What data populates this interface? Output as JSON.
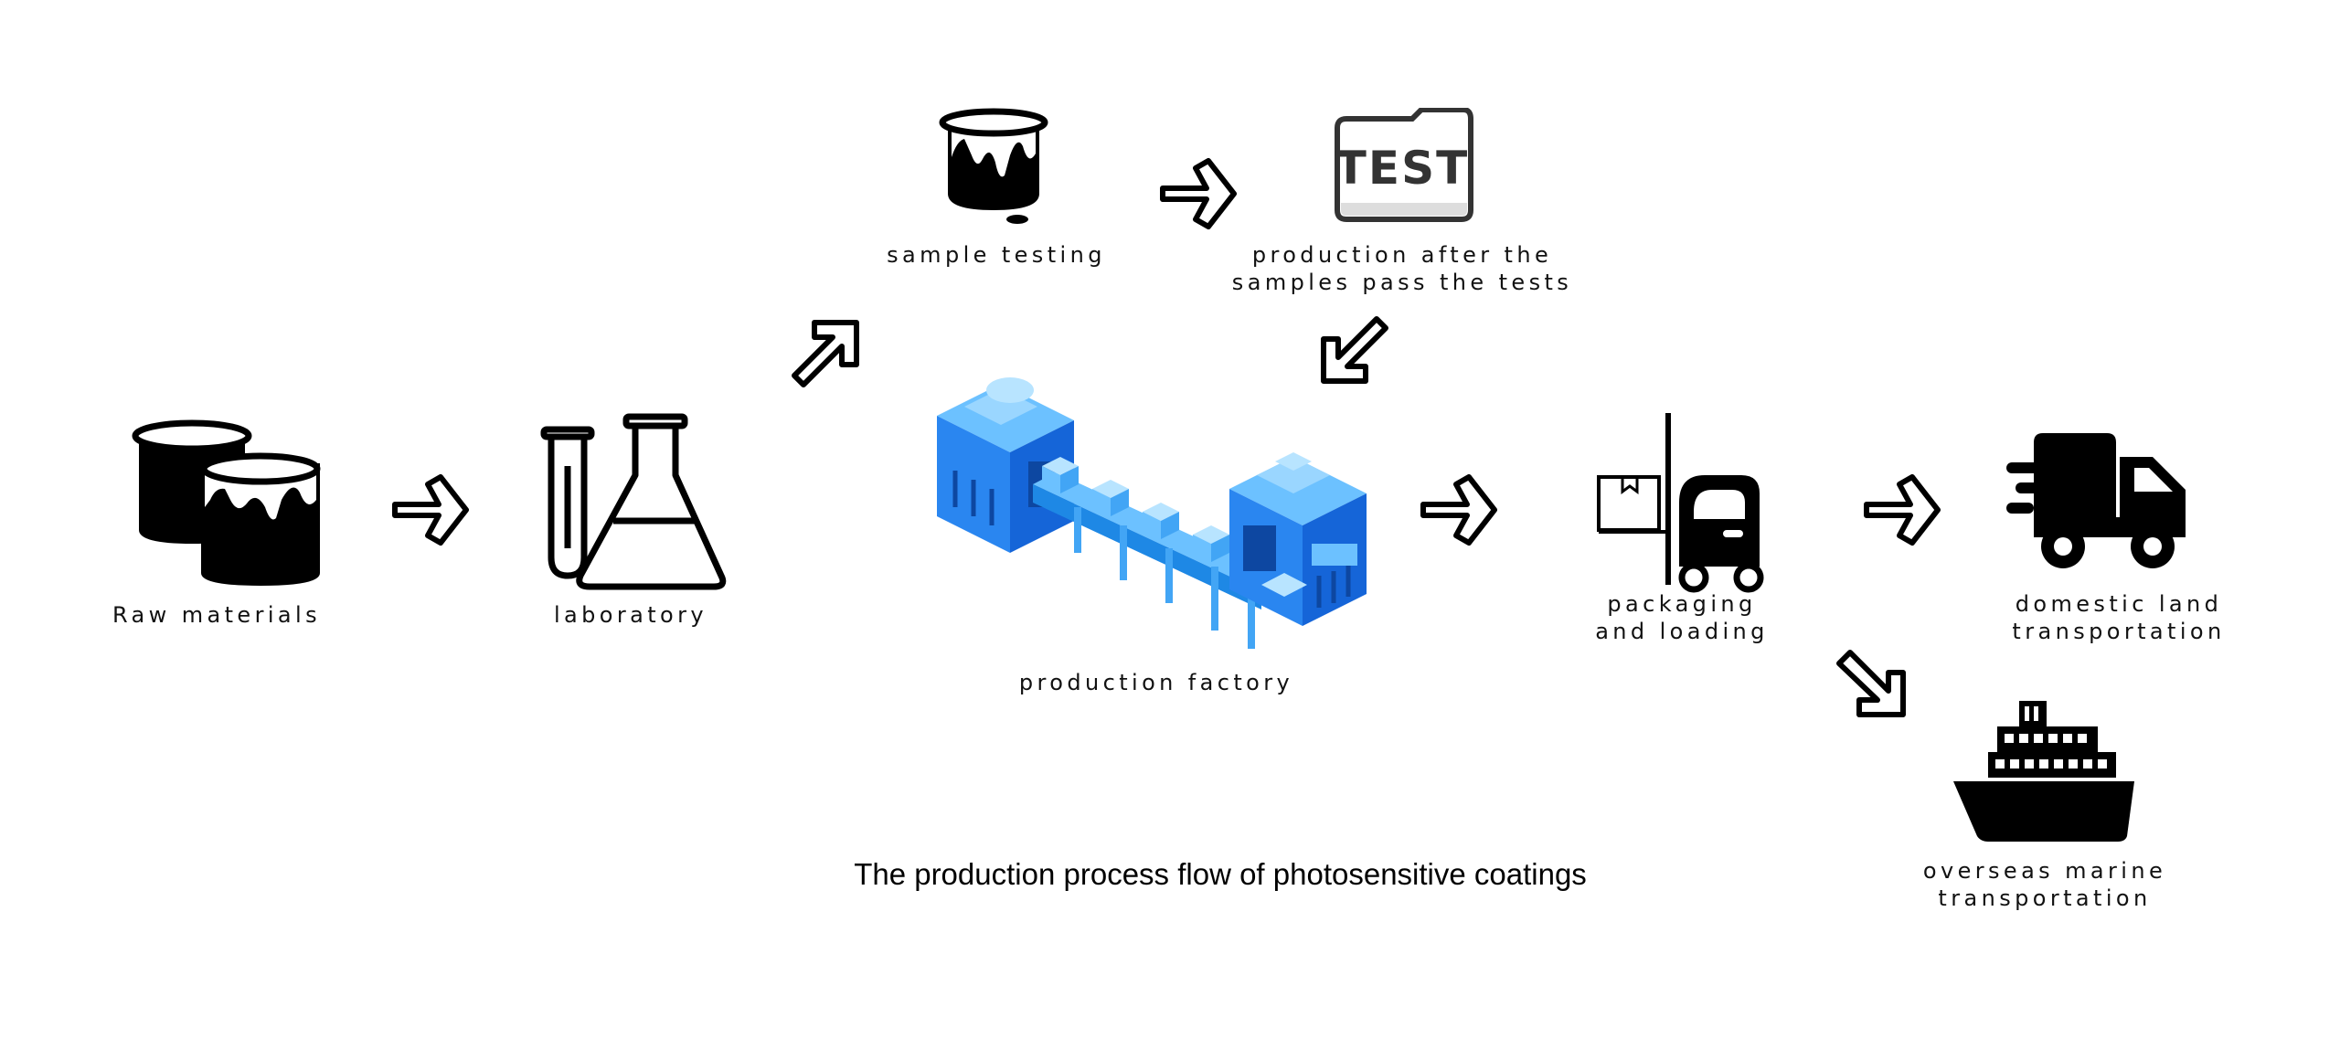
{
  "title": "The production process flow of photosensitive coatings",
  "steps": {
    "raw_materials": "Raw materials",
    "laboratory": "laboratory",
    "sample_testing": "sample testing",
    "test_badge": "TEST",
    "production_after_1": "production after the",
    "production_after_2": "samples pass the tests",
    "production_factory": "production factory",
    "packaging_1": "packaging",
    "packaging_2": "and loading",
    "domestic_1": "domestic land",
    "domestic_2": "transportation",
    "overseas_1": "overseas marine",
    "overseas_2": "transportation"
  },
  "colors": {
    "icon": "#000000",
    "factory_dark": "#1565d8",
    "factory_mid": "#2a86f0",
    "factory_light": "#6cc1ff"
  },
  "icons": [
    "paint-buckets-icon",
    "lab-flask-icon",
    "paint-can-icon",
    "test-folder-icon",
    "factory-conveyor-icon",
    "forklift-icon",
    "delivery-truck-icon",
    "cargo-ship-icon",
    "arrow-right-icon",
    "arrow-up-right-icon",
    "arrow-down-left-icon",
    "arrow-down-right-icon"
  ]
}
